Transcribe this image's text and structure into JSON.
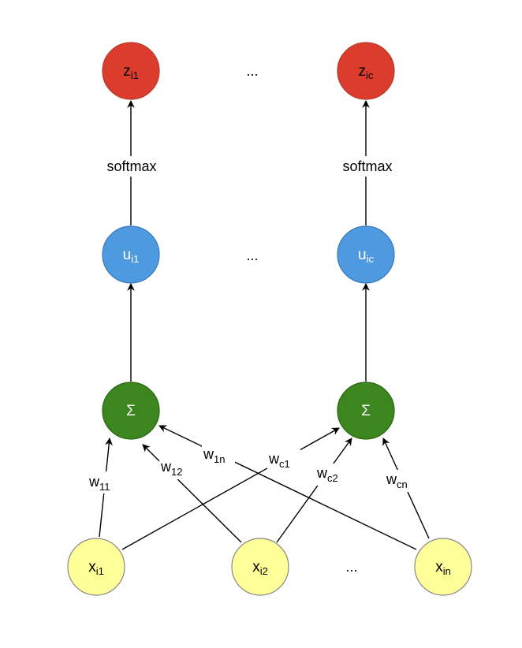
{
  "colors": {
    "output": "#dc3c2c",
    "hidden": "#4d9ae0",
    "sum": "#3b861f",
    "input": "#ffff99"
  },
  "nodes": {
    "z1": {
      "main": "z",
      "sub": "i1"
    },
    "zc": {
      "main": "z",
      "sub": "ic"
    },
    "u1": {
      "main": "u",
      "sub": "i1"
    },
    "uc": {
      "main": "u",
      "sub": "ic"
    },
    "sum1": {
      "main": "Σ"
    },
    "sumc": {
      "main": "Σ"
    },
    "x1": {
      "main": "x",
      "sub": "i1"
    },
    "x2": {
      "main": "x",
      "sub": "i2"
    },
    "xn": {
      "main": "x",
      "sub": "in"
    }
  },
  "ellipsis": "...",
  "softmax_label": "softmax",
  "weights": {
    "w11": {
      "main": "w",
      "sub": "11"
    },
    "w12": {
      "main": "w",
      "sub": "12"
    },
    "w1n": {
      "main": "w",
      "sub": "1n"
    },
    "wc1": {
      "main": "w",
      "sub": "c1"
    },
    "wc2": {
      "main": "w",
      "sub": "c2"
    },
    "wcn": {
      "main": "w",
      "sub": "cn"
    }
  }
}
